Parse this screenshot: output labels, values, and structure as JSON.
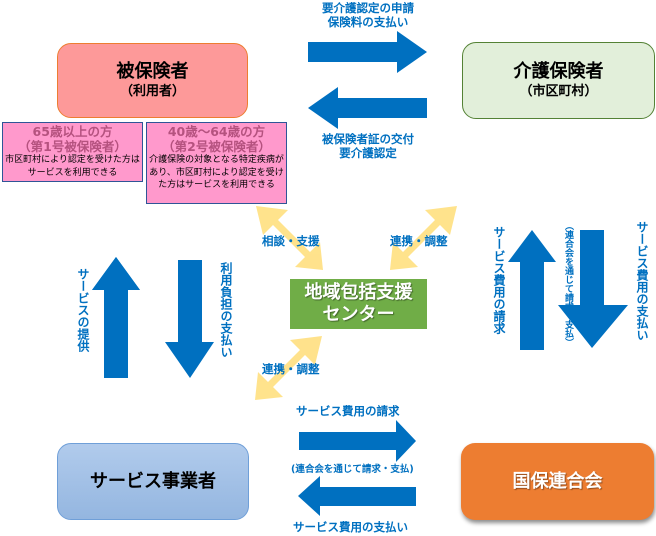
{
  "nodes": {
    "insured": {
      "title": "被保険者",
      "subtitle": "（利用者）",
      "color": "#fd9999"
    },
    "insurer": {
      "title": "介護保険者",
      "subtitle": "（市区町村）",
      "color": "#e2efda"
    },
    "service_provider": {
      "title": "サービス事業者",
      "color": "#9fbde6"
    },
    "kokuho": {
      "title": "国保連合会",
      "color": "#ed7d31"
    },
    "support_center": {
      "line1": "地域包括支援",
      "line2": "センター",
      "color": "#70ad47"
    }
  },
  "insured_types": [
    {
      "heading1": "65歳以上の方",
      "heading2": "（第1号被保険者）",
      "description": "市区町村により認定を受けた方はサービスを利用できる"
    },
    {
      "heading1": "40歳～64歳の方",
      "heading2": "（第2号被保険者）",
      "description": "介護保険の対象となる特定疾病があり、市区町村により認定を受けた方はサービスを利用できる"
    }
  ],
  "flows": {
    "insured_to_insurer": {
      "line1": "要介護認定の申請",
      "line2": "保険料の支払い"
    },
    "insurer_to_insured": {
      "line1": "被保険者証の交付",
      "line2": "要介護認定"
    },
    "provider_to_insured": "サービスの提供",
    "insured_to_provider": "利用負担の支払い",
    "kokuho_to_insurer": "サービス費用の請求",
    "insurer_to_kokuho": "サービス費用の支払い",
    "insurer_kokuho_note": "（連合会を通じて請求・支払）",
    "provider_to_kokuho": "サービス費用の請求",
    "kokuho_to_provider": "サービス費用の支払い",
    "provider_kokuho_note": "(連合会を通じて請求・支払)",
    "center_insured": "相談・支援",
    "center_insurer": "連携・調整",
    "center_provider": "連携・調整"
  },
  "colors": {
    "arrow_blue": "#0070c0",
    "arrow_yellow": "#ffe08a",
    "label_blue": "#0070c0"
  }
}
